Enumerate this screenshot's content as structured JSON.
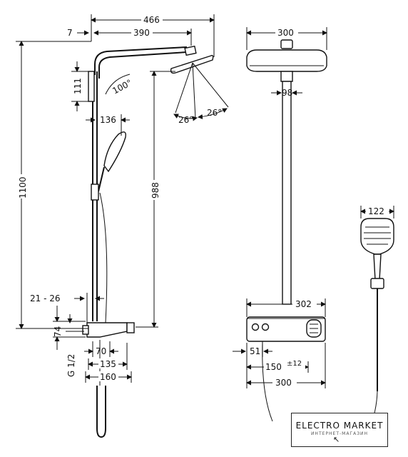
{
  "dimensions": {
    "total_width": "466",
    "offset": "7",
    "arm_length": "390",
    "height_total": "1100",
    "upper_bracket": "111",
    "arm_angle": "100°",
    "spray_angle_left": "26°",
    "spray_angle_right": "26°",
    "hand_offset": "136",
    "head_height": "988",
    "wall_distance": "21 - 26",
    "thermostat_height": "74",
    "thread": "G 1/2",
    "inlet_spacing_a": "70",
    "inlet_spacing_b": "135",
    "inlet_spacing_c": "160",
    "head_diameter": "300",
    "head_neck": "98",
    "shelf_width": "302",
    "outlet_offset": "51",
    "connection_spacing": "150",
    "connection_tolerance": "±12",
    "front_width": "300",
    "hand_shower_width": "122"
  },
  "logo": {
    "name": "ELECTRO MARKET",
    "tagline": "ИНТЕРНЕТ-МАГАЗИН"
  }
}
